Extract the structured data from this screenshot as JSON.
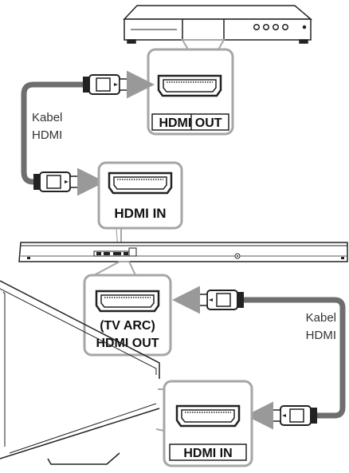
{
  "labels": {
    "player_port": "HDMI OUT",
    "soundbar_in_port": "HDMI IN",
    "soundbar_arc_line1": "(TV ARC)",
    "soundbar_arc_line2": "HDMI OUT",
    "tv_port": "HDMI IN",
    "cable_top_line1": "Kabel",
    "cable_top_line2": "HDMI",
    "cable_bottom_line1": "Kabel",
    "cable_bottom_line2": "HDMI"
  },
  "colors": {
    "outline": "#222222",
    "callout_border": "#a6a6a6",
    "cable": "#6e6e6e",
    "arrow": "#999999",
    "device_fill": "#ffffff"
  },
  "icons": {
    "plug": "hdmi-plug-icon",
    "port": "hdmi-port-icon"
  }
}
